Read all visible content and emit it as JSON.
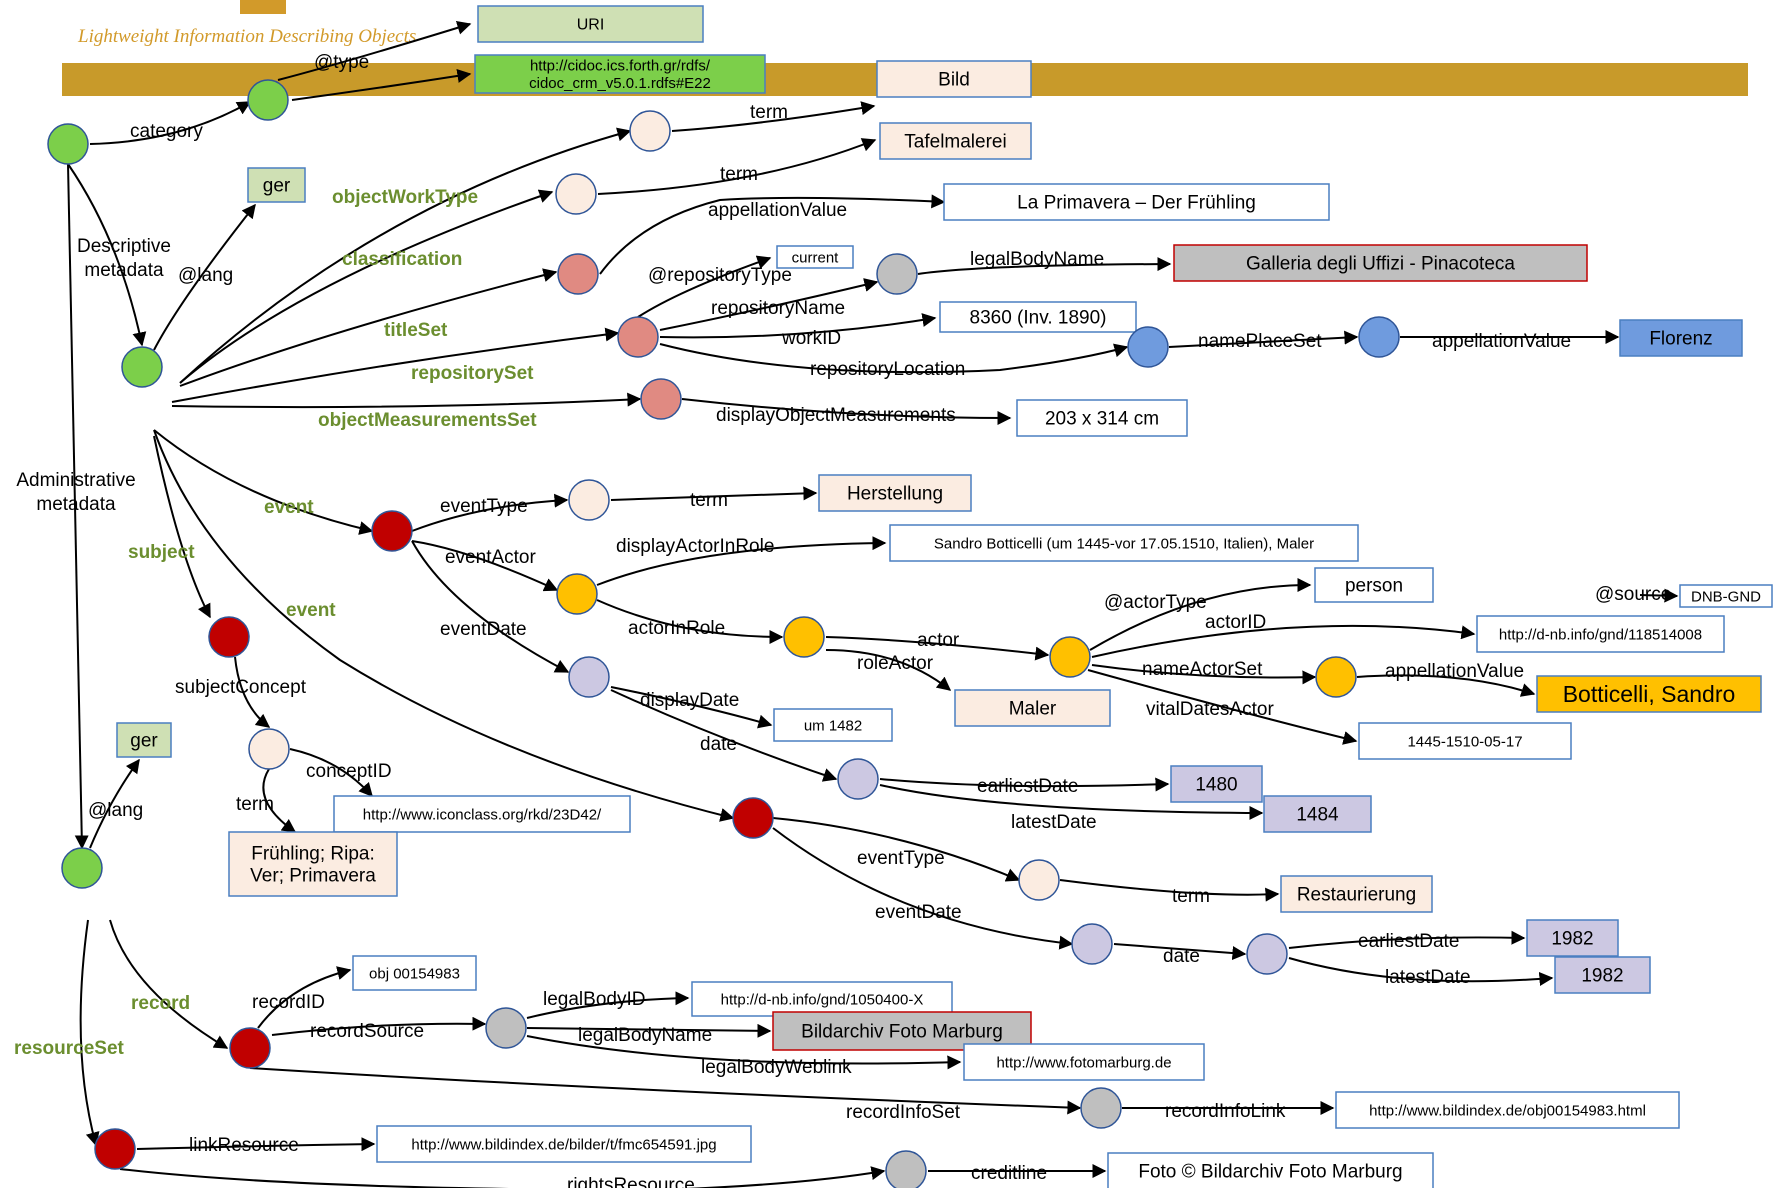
{
  "header": {
    "tagline": "Lightweight Information Describing Objects"
  },
  "colors": {
    "green": "#7ccf4a",
    "peach": "#fbece1",
    "salmon": "#e08a82",
    "red": "#c00000",
    "grey": "#bfbfbf",
    "blue": "#6f9bde",
    "yellow": "#ffc000",
    "lavender": "#ccc8e2",
    "band": "#c89a2a",
    "box_green_light": "#cfe0b4",
    "box_green": "#7ccf4a",
    "box_peach": "#fbece1",
    "box_grey": "#bfbfbf",
    "box_blue": "#6f9bde",
    "box_lavender": "#ccc8e2",
    "box_yellow": "#ffc000",
    "text_green": "#6b8e2f"
  },
  "nodes": [
    {
      "id": "root",
      "color": "green"
    },
    {
      "id": "cat",
      "color": "green"
    },
    {
      "id": "desc",
      "color": "green"
    },
    {
      "id": "admin",
      "color": "green"
    },
    {
      "id": "clsTerm",
      "color": "peach"
    },
    {
      "id": "owt",
      "color": "peach"
    },
    {
      "id": "title",
      "color": "salmon"
    },
    {
      "id": "repo",
      "color": "salmon"
    },
    {
      "id": "legal",
      "color": "grey"
    },
    {
      "id": "place",
      "color": "blue"
    },
    {
      "id": "placeApp",
      "color": "blue"
    },
    {
      "id": "meas",
      "color": "salmon"
    },
    {
      "id": "ev1",
      "color": "red"
    },
    {
      "id": "ev1type",
      "color": "peach"
    },
    {
      "id": "actor1",
      "color": "yellow"
    },
    {
      "id": "air",
      "color": "yellow"
    },
    {
      "id": "actor",
      "color": "yellow"
    },
    {
      "id": "nameSet",
      "color": "yellow"
    },
    {
      "id": "date1",
      "color": "lavender"
    },
    {
      "id": "date1b",
      "color": "lavender"
    },
    {
      "id": "ev2",
      "color": "red"
    },
    {
      "id": "ev2type",
      "color": "peach"
    },
    {
      "id": "ev2date",
      "color": "lavender"
    },
    {
      "id": "ev2dateb",
      "color": "lavender"
    },
    {
      "id": "subj",
      "color": "red"
    },
    {
      "id": "concept",
      "color": "peach"
    },
    {
      "id": "recSrc",
      "color": "grey"
    },
    {
      "id": "recInfo",
      "color": "grey"
    },
    {
      "id": "rights",
      "color": "grey"
    },
    {
      "id": "rec",
      "color": "red"
    },
    {
      "id": "res",
      "color": "red"
    }
  ],
  "boxes": [
    {
      "id": "uri",
      "text": "URI",
      "fill": "box_green_light"
    },
    {
      "id": "crm",
      "lines": [
        "http://cidoc.ics.forth.gr/rdfs/",
        "cidoc_crm_v5.0.1.rdfs#E22"
      ],
      "fill": "box_green"
    },
    {
      "id": "bild",
      "text": "Bild",
      "fill": "box_peach"
    },
    {
      "id": "tafel",
      "text": "Tafelmalerei",
      "fill": "box_peach"
    },
    {
      "id": "ger1",
      "text": "ger",
      "fill": "box_green_light"
    },
    {
      "id": "prim",
      "text": "La Primavera – Der Frühling",
      "fill": "white"
    },
    {
      "id": "current",
      "text": "current",
      "fill": "white"
    },
    {
      "id": "uffizi",
      "text": "Galleria degli Uffizi - Pinacoteca",
      "fill": "box_grey"
    },
    {
      "id": "inv",
      "text": "8360 (Inv. 1890)",
      "fill": "white"
    },
    {
      "id": "florenz",
      "text": "Florenz",
      "fill": "box_blue"
    },
    {
      "id": "measbox",
      "text": "203 x 314 cm",
      "fill": "white"
    },
    {
      "id": "herst",
      "text": "Herstellung",
      "fill": "box_peach"
    },
    {
      "id": "sandro",
      "text": "Sandro Botticelli (um 1445-vor 17.05.1510, Italien), Maler",
      "fill": "white"
    },
    {
      "id": "person",
      "text": "person",
      "fill": "white"
    },
    {
      "id": "dnbgnd",
      "text": "DNB-GND",
      "fill": "white"
    },
    {
      "id": "gnd",
      "text": "http://d-nb.info/gnd/118514008",
      "fill": "white"
    },
    {
      "id": "botti",
      "text": "Botticelli, Sandro",
      "fill": "box_yellow"
    },
    {
      "id": "maler",
      "text": "Maler",
      "fill": "box_peach"
    },
    {
      "id": "vital",
      "text": "1445-1510-05-17",
      "fill": "white"
    },
    {
      "id": "um1482",
      "text": "um 1482",
      "fill": "white"
    },
    {
      "id": "d1480",
      "text": "1480",
      "fill": "box_lavender"
    },
    {
      "id": "d1484",
      "text": "1484",
      "fill": "box_lavender"
    },
    {
      "id": "ger2",
      "text": "ger",
      "fill": "box_green_light"
    },
    {
      "id": "icon",
      "text": "http://www.iconclass.org/rkd/23D42/",
      "fill": "white"
    },
    {
      "id": "fruh",
      "lines": [
        "Frühling; Ripa:",
        "Ver; Primavera"
      ],
      "fill": "box_peach"
    },
    {
      "id": "restaur",
      "text": "Restaurierung",
      "fill": "box_peach"
    },
    {
      "id": "d1982a",
      "text": "1982",
      "fill": "box_lavender"
    },
    {
      "id": "d1982b",
      "text": "1982",
      "fill": "box_lavender"
    },
    {
      "id": "obj",
      "text": "obj 00154983",
      "fill": "white"
    },
    {
      "id": "gnd2",
      "text": "http://d-nb.info/gnd/1050400-X",
      "fill": "white"
    },
    {
      "id": "marburg",
      "text": "Bildarchiv Foto Marburg",
      "fill": "box_grey"
    },
    {
      "id": "fotom",
      "text": "http://www.fotomarburg.de",
      "fill": "white"
    },
    {
      "id": "bildidx",
      "text": "http://www.bildindex.de/obj00154983.html",
      "fill": "white"
    },
    {
      "id": "fmc",
      "text": "http://www.bildindex.de/bilder/t/fmc654591.jpg",
      "fill": "white"
    },
    {
      "id": "credit",
      "text": "Foto © Bildarchiv Foto Marburg",
      "fill": "white"
    }
  ],
  "edge_labels": [
    {
      "id": "category",
      "text": "category"
    },
    {
      "id": "type",
      "text": "@type"
    },
    {
      "id": "descmeta",
      "lines": [
        "Descriptive",
        "metadata"
      ]
    },
    {
      "id": "lang1",
      "text": "@lang"
    },
    {
      "id": "adminmeta",
      "lines": [
        "Administrative",
        "metadata"
      ]
    },
    {
      "id": "lang2",
      "text": "@lang"
    },
    {
      "id": "objectWorkType",
      "text": "objectWorkType",
      "style": "green"
    },
    {
      "id": "classification",
      "text": "classification",
      "style": "green"
    },
    {
      "id": "titleSet",
      "text": "titleSet",
      "style": "green"
    },
    {
      "id": "repositorySet",
      "text": "repositorySet",
      "style": "green"
    },
    {
      "id": "objectMeasurementsSet",
      "text": "objectMeasurementsSet",
      "style": "green"
    },
    {
      "id": "event1",
      "text": "event",
      "style": "green"
    },
    {
      "id": "event2",
      "text": "event",
      "style": "green"
    },
    {
      "id": "subject",
      "text": "subject",
      "style": "green"
    },
    {
      "id": "record",
      "text": "record",
      "style": "green"
    },
    {
      "id": "resourceSet",
      "text": "resourceSet",
      "style": "green"
    },
    {
      "id": "term1",
      "text": "term"
    },
    {
      "id": "term2",
      "text": "term"
    },
    {
      "id": "appval1",
      "text": "appellationValue"
    },
    {
      "id": "repotype",
      "text": "@repositoryType",
      "small": true
    },
    {
      "id": "legalBodyName1",
      "text": "legalBodyName"
    },
    {
      "id": "repositoryName",
      "text": "repositoryName"
    },
    {
      "id": "workID",
      "text": "workID"
    },
    {
      "id": "repositoryLocation",
      "text": "repositoryLocation"
    },
    {
      "id": "namePlaceSet",
      "text": "namePlaceSet"
    },
    {
      "id": "appval2",
      "text": "appellationValue"
    },
    {
      "id": "dispMeas",
      "text": "displayObjectMeasurements"
    },
    {
      "id": "eventType1",
      "text": "eventType"
    },
    {
      "id": "term3",
      "text": "term"
    },
    {
      "id": "eventActor",
      "text": "eventActor"
    },
    {
      "id": "dispActor",
      "text": "displayActorInRole"
    },
    {
      "id": "eventDate1",
      "text": "eventDate"
    },
    {
      "id": "actorInRole",
      "text": "actorInRole"
    },
    {
      "id": "actorLbl",
      "text": "actor"
    },
    {
      "id": "roleActor",
      "text": "roleActor"
    },
    {
      "id": "actorType",
      "text": "@actorType"
    },
    {
      "id": "actorID",
      "text": "actorID"
    },
    {
      "id": "source",
      "text": "@source",
      "small": true
    },
    {
      "id": "nameActorSet",
      "text": "nameActorSet"
    },
    {
      "id": "appval3",
      "text": "appellationValue"
    },
    {
      "id": "vitalDates",
      "text": "vitalDatesActor"
    },
    {
      "id": "displayDate",
      "text": "displayDate"
    },
    {
      "id": "date1",
      "text": "date"
    },
    {
      "id": "earliest1",
      "text": "earliestDate"
    },
    {
      "id": "latest1",
      "text": "latestDate"
    },
    {
      "id": "subjectConcept",
      "text": "subjectConcept"
    },
    {
      "id": "conceptID",
      "text": "conceptID"
    },
    {
      "id": "term4",
      "text": "term"
    },
    {
      "id": "eventType2",
      "text": "eventType"
    },
    {
      "id": "term5",
      "text": "term"
    },
    {
      "id": "eventDate2",
      "text": "eventDate"
    },
    {
      "id": "date2",
      "text": "date"
    },
    {
      "id": "earliest2",
      "text": "earliestDate"
    },
    {
      "id": "latest2",
      "text": "latestDate"
    },
    {
      "id": "recordID",
      "text": "recordID"
    },
    {
      "id": "recordSource",
      "text": "recordSource"
    },
    {
      "id": "legalBodyID",
      "text": "legalBodyID"
    },
    {
      "id": "legalBodyName2",
      "text": "legalBodyName"
    },
    {
      "id": "legalBodyWeblink",
      "text": "legalBodyWeblink"
    },
    {
      "id": "recordInfoSet",
      "text": "recordInfoSet"
    },
    {
      "id": "recordInfoLink",
      "text": "recordInfoLink"
    },
    {
      "id": "linkResource",
      "text": "linkResource"
    },
    {
      "id": "rightsResource",
      "text": "rightsResource"
    },
    {
      "id": "creditline",
      "text": "creditline"
    }
  ]
}
